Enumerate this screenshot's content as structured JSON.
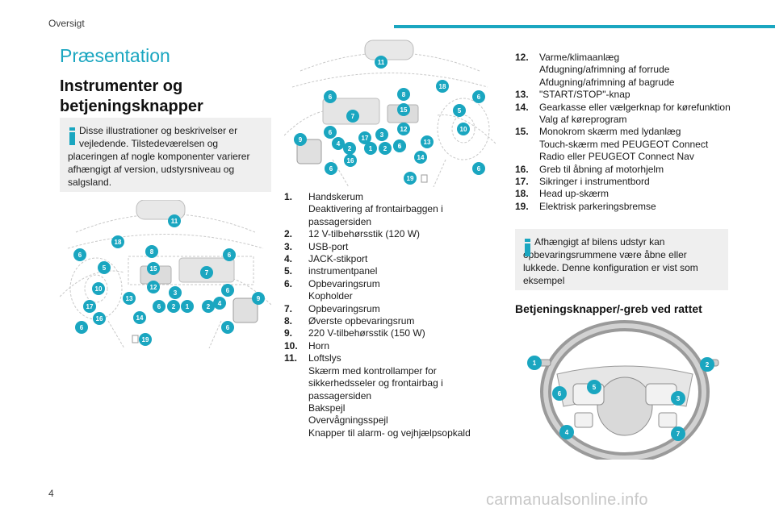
{
  "header": {
    "section": "Oversigt",
    "accent_color": "#1aa6c0"
  },
  "page": {
    "title": "Præsentation",
    "number": "4"
  },
  "instruments": {
    "heading": "Instrumenter og betjeningsknapper",
    "note_first": "Disse illustrationer og beskrivelser er vejledende. Tilstedeværelsen og",
    "note_rest": "placeringen af nogle komponenter varierer afhængigt af version, udstyrsniveau og salgsland."
  },
  "diagram_left": {
    "markers": [
      "11",
      "18",
      "8",
      "6",
      "6",
      "5",
      "15",
      "7",
      "10",
      "12",
      "3",
      "6",
      "9",
      "13",
      "17",
      "6",
      "2",
      "1",
      "2",
      "4",
      "16",
      "14",
      "6",
      "6",
      "19"
    ]
  },
  "diagram_mid": {
    "markers": [
      "11",
      "18",
      "8",
      "6",
      "6",
      "7",
      "15",
      "5",
      "10",
      "12",
      "6",
      "3",
      "17",
      "9",
      "6",
      "4",
      "2",
      "1",
      "2",
      "6",
      "13",
      "14",
      "16",
      "6",
      "6",
      "19"
    ]
  },
  "items_mid": [
    {
      "num": "1.",
      "lines": [
        "Handskerum",
        "Deaktivering af frontairbaggen i passagersiden"
      ]
    },
    {
      "num": "2.",
      "lines": [
        "12 V-tilbehørsstik (120 W)"
      ]
    },
    {
      "num": "3.",
      "lines": [
        "USB-port"
      ]
    },
    {
      "num": "4.",
      "lines": [
        "JACK-stikport"
      ]
    },
    {
      "num": "5.",
      "lines": [
        "instrumentpanel"
      ]
    },
    {
      "num": "6.",
      "lines": [
        "Opbevaringsrum",
        "Kopholder"
      ]
    },
    {
      "num": "7.",
      "lines": [
        "Opbevaringsrum"
      ]
    },
    {
      "num": "8.",
      "lines": [
        "Øverste opbevaringsrum"
      ]
    },
    {
      "num": "9.",
      "lines": [
        "220 V-tilbehørsstik (150 W)"
      ]
    },
    {
      "num": "10.",
      "lines": [
        "Horn"
      ]
    },
    {
      "num": "11.",
      "lines": [
        "Loftslys",
        "Skærm med kontrollamper for sikkerhedsseler og frontairbag i passagersiden",
        "Bakspejl",
        "Overvågningsspejl",
        "Knapper til alarm- og vejhjælpsopkald"
      ]
    }
  ],
  "items_right": [
    {
      "num": "12.",
      "lines": [
        "Varme/klimaanlæg",
        "Afdugning/afrimning af forrude",
        "Afdugning/afrimning af bagrude"
      ]
    },
    {
      "num": "13.",
      "lines": [
        "\"START/STOP\"-knap"
      ]
    },
    {
      "num": "14.",
      "lines": [
        "Gearkasse eller vælgerknap for kørefunktion",
        "Valg af køreprogram"
      ]
    },
    {
      "num": "15.",
      "lines": [
        "Monokrom skærm med lydanlæg",
        "Touch-skærm med PEUGEOT Connect Radio eller PEUGEOT Connect Nav"
      ]
    },
    {
      "num": "16.",
      "lines": [
        "Greb til åbning af motorhjelm"
      ]
    },
    {
      "num": "17.",
      "lines": [
        "Sikringer i instrumentbord"
      ]
    },
    {
      "num": "18.",
      "lines": [
        "Head up-skærm"
      ]
    },
    {
      "num": "19.",
      "lines": [
        "Elektrisk parkeringsbremse"
      ]
    }
  ],
  "storage_note": {
    "first": "Afhængigt af bilens udstyr kan",
    "rest": "opbevaringsrummene være åbne eller lukkede. Denne konfiguration er vist som eksempel"
  },
  "steering": {
    "heading": "Betjeningsknapper/-greb ved rattet",
    "markers": [
      "1",
      "2",
      "5",
      "6",
      "3",
      "4",
      "7"
    ]
  },
  "watermark": "carmanualsonline.info"
}
